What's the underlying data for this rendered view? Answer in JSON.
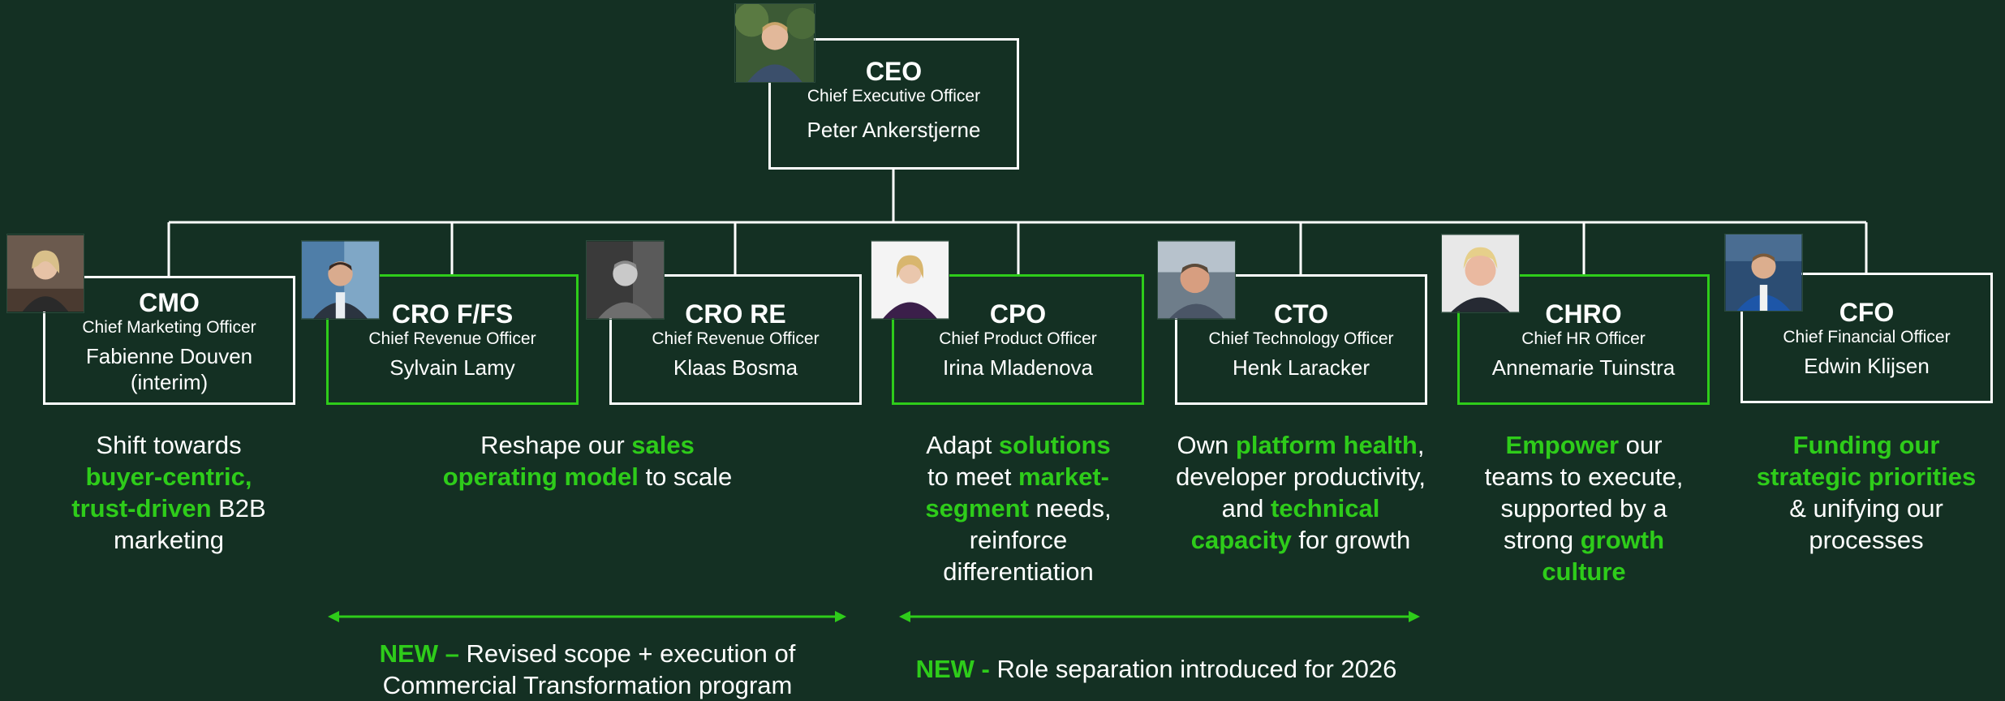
{
  "colors": {
    "background": "#143023",
    "accent": "#2ecc1a",
    "line": "#ffffff"
  },
  "ceo": {
    "role": "CEO",
    "title": "Chief Executive Officer",
    "name": "Peter Ankerstjerne"
  },
  "executives": [
    {
      "role": "CMO",
      "title": "Chief Marketing Officer",
      "name": "Fabienne Douven",
      "note": "(interim)"
    },
    {
      "role": "CRO F/FS",
      "title": "Chief Revenue Officer",
      "name": "Sylvain Lamy"
    },
    {
      "role": "CRO RE",
      "title": "Chief Revenue Officer",
      "name": "Klaas Bosma"
    },
    {
      "role": "CPO",
      "title": "Chief Product Officer",
      "name": "Irina Mladenova"
    },
    {
      "role": "CTO",
      "title": "Chief Technology Officer",
      "name": "Henk Laracker"
    },
    {
      "role": "CHRO",
      "title": "Chief HR Officer",
      "name": "Annemarie Tuinstra"
    },
    {
      "role": "CFO",
      "title": "Chief Financial Officer",
      "name": "Edwin Klijsen"
    }
  ],
  "descriptions": {
    "cmo": {
      "a": "Shift towards",
      "b": "buyer-centric,",
      "c": "trust-driven",
      "d": " B2B",
      "e": "marketing"
    },
    "cro": {
      "a": "Reshape our ",
      "b": "sales",
      "c": "operating model",
      "d": " to scale"
    },
    "cpo": {
      "a": "Adapt ",
      "b": "solutions",
      "c": "to meet ",
      "d": "market-",
      "e": "segment",
      "f": " needs,",
      "g": "reinforce",
      "h": "differentiation"
    },
    "cto": {
      "a": "Own ",
      "b": "platform health",
      "c": ",",
      "d": "developer productivity,",
      "e": "and ",
      "f": "technical",
      "g": "capacity",
      "h": " for growth"
    },
    "chro": {
      "a": "Empower",
      "b": " our",
      "c": "teams to execute,",
      "d": "supported by a",
      "e": "strong ",
      "f": "growth",
      "g": "culture"
    },
    "cfo": {
      "a": "Funding our",
      "b": "strategic priorities",
      "c": "& unifying our",
      "d": "processes"
    }
  },
  "notes": {
    "cro": {
      "tag": "NEW –",
      "line1": " Revised scope + execution of",
      "line2": "Commercial Transformation program"
    },
    "cpo_cto": {
      "tag": "NEW -",
      "text": " Role separation introduced for 2026"
    }
  }
}
